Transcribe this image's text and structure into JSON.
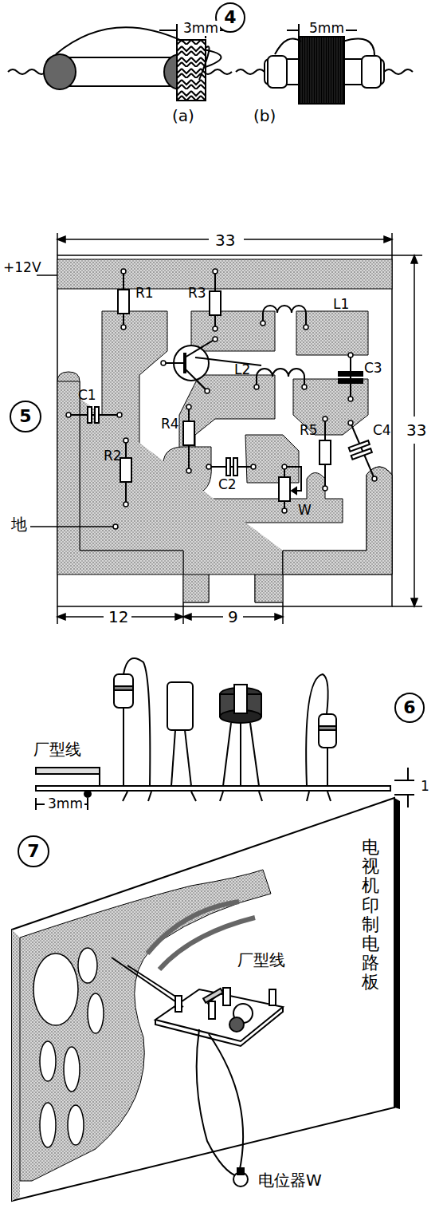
{
  "diagram": {
    "nodes": [
      {
        "text": [
          "4"
        ]
      },
      {
        "text": [
          "5"
        ]
      },
      {
        "text": [
          "6"
        ]
      },
      {
        "text": [
          "7"
        ]
      }
    ],
    "labels": [
      "3mm",
      "(a)",
      "5mm",
      "(b)",
      "33",
      "+12V",
      "R1",
      "R3",
      "L1",
      "L2",
      "C3",
      "C1",
      "C4",
      "R4",
      "C2",
      "R5",
      "R2",
      "地",
      "W",
      "33",
      "12",
      "9",
      "厂型线",
      "3mm",
      "1",
      "厂型线",
      "电视机印制电路板",
      "电位器W"
    ]
  }
}
